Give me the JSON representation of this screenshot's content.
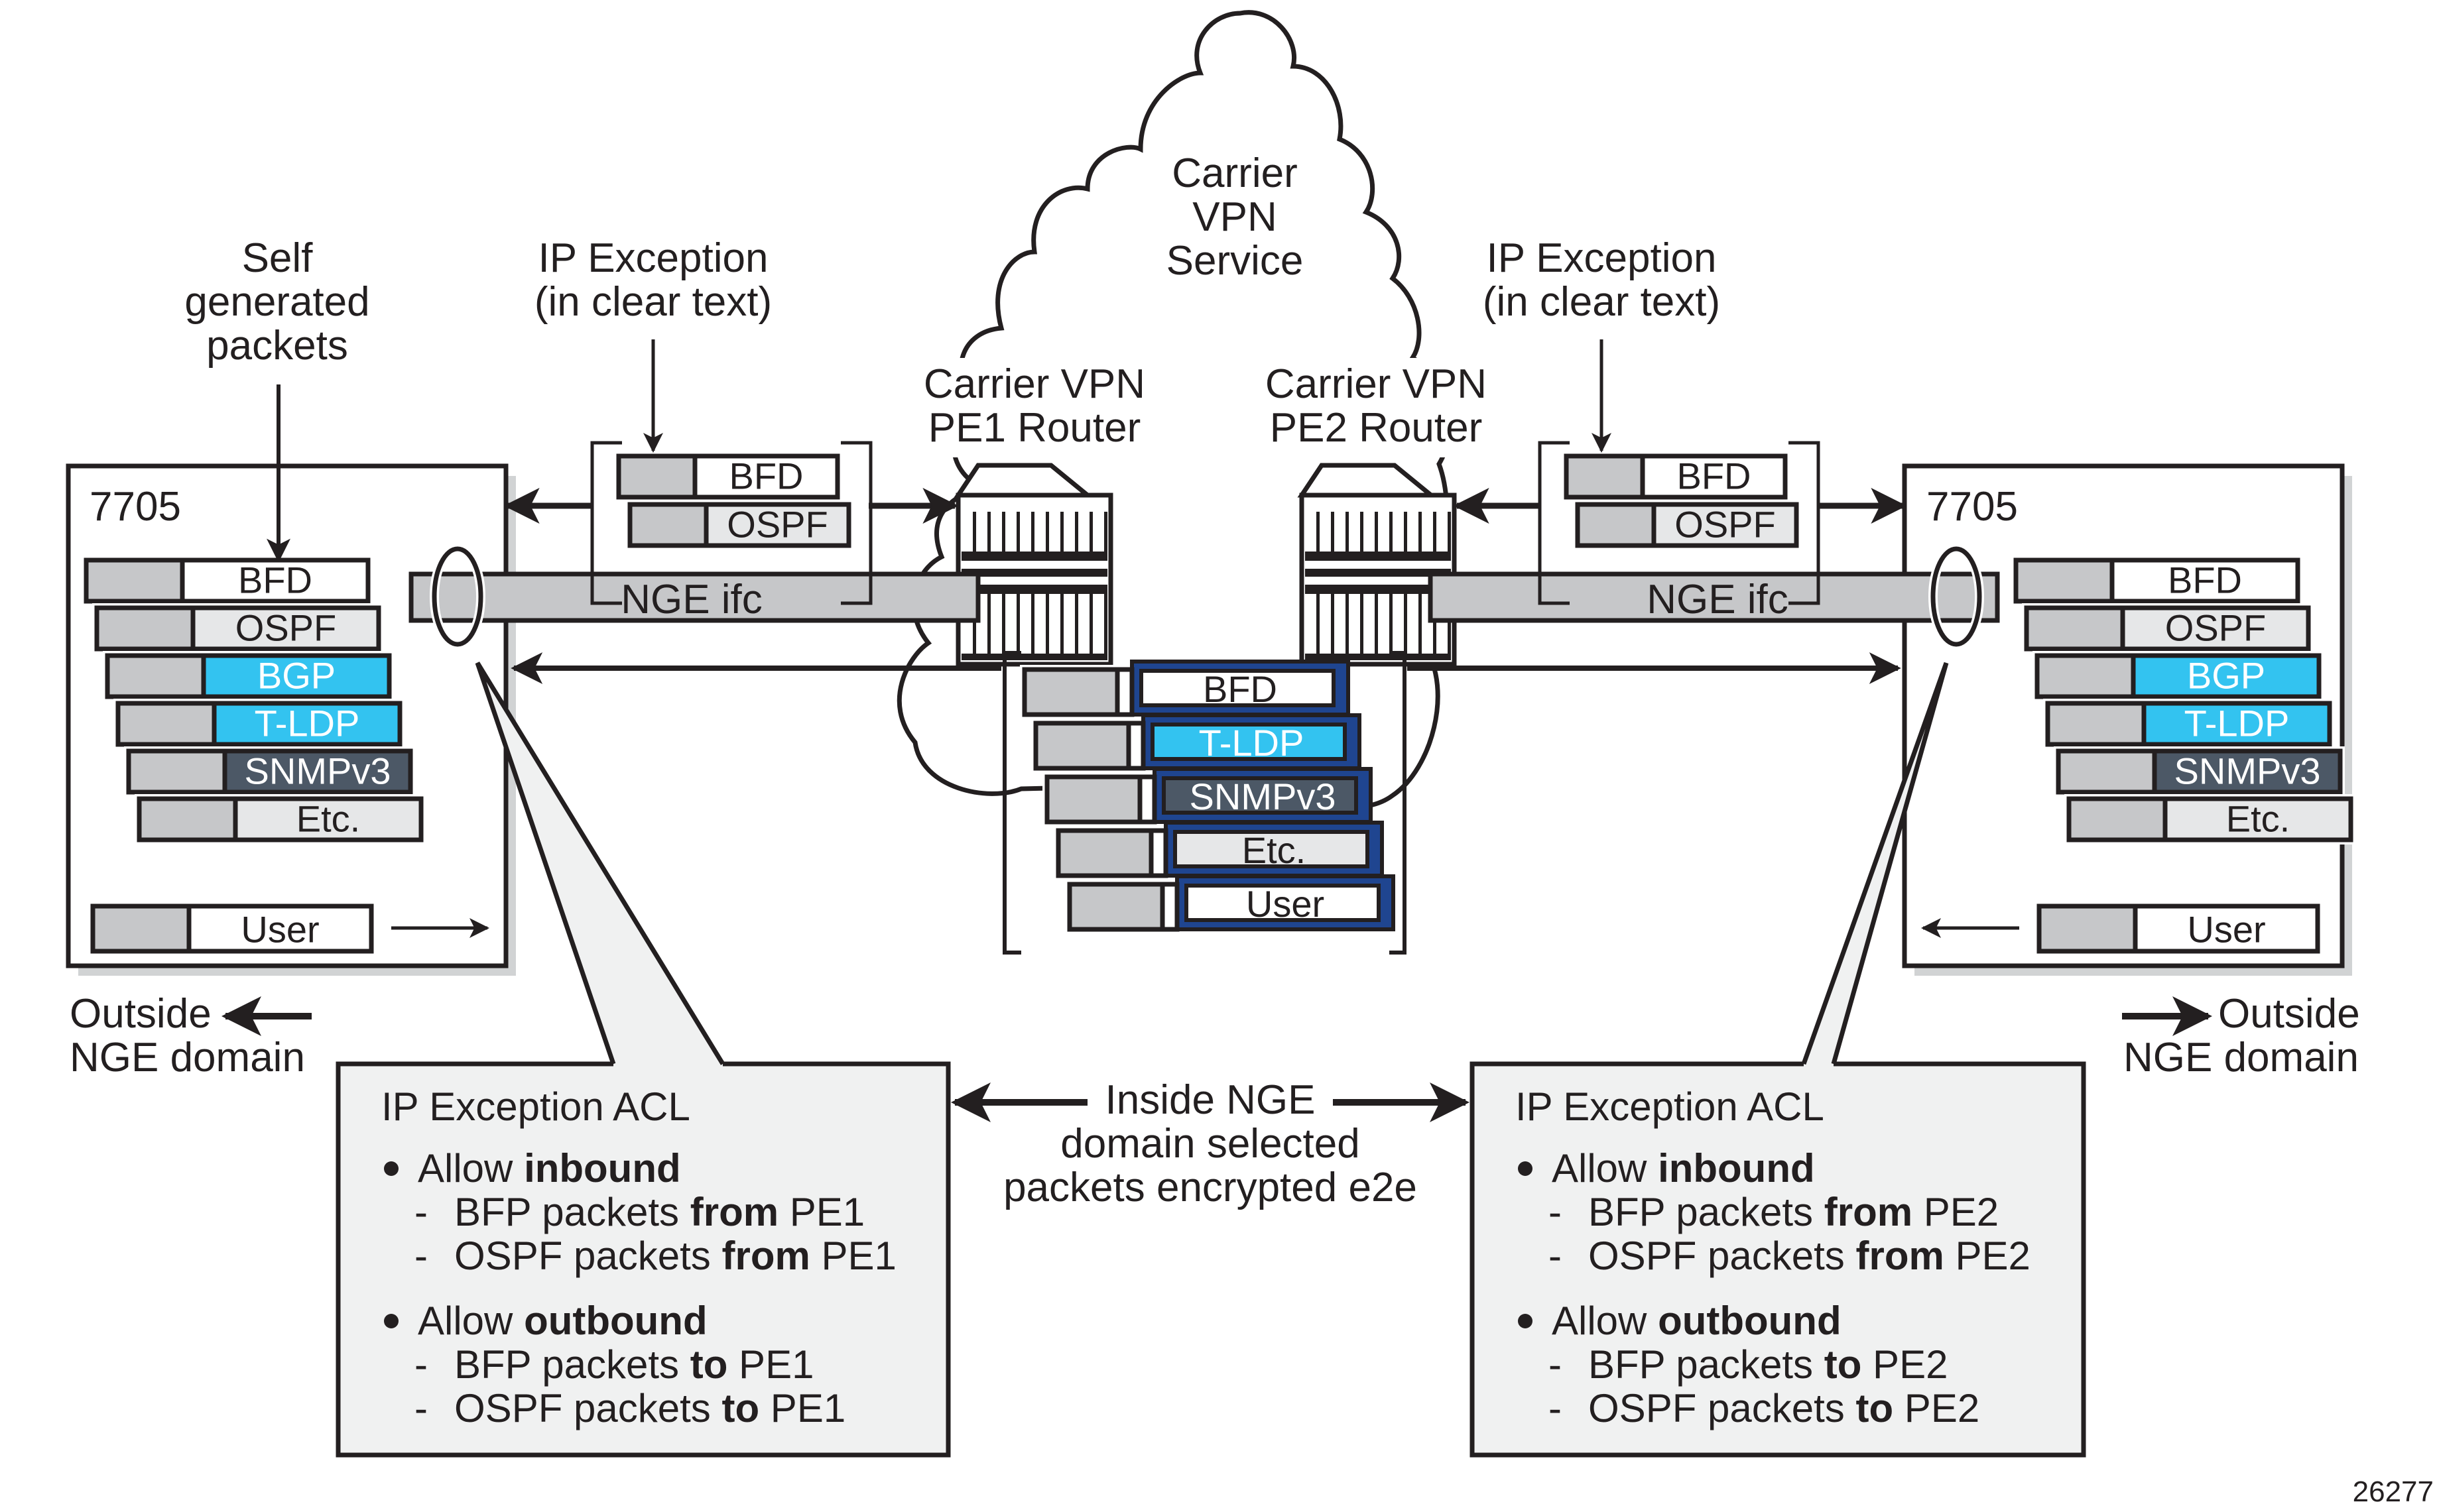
{
  "colors": {
    "ink": "#231f20",
    "header_gray": "#c6c7c9",
    "light_gray": "#e6e7e8",
    "accent_blue": "#33c3f0",
    "slate": "#4c5866",
    "navy": "#1f4590",
    "callout_fill": "#f0f1f1",
    "shadow": "#d1d3d4"
  },
  "cloud": {
    "lines": [
      "Carrier",
      "VPN",
      "Service"
    ]
  },
  "routers": {
    "pe1": [
      "Carrier VPN",
      "PE1 Router"
    ],
    "pe2": [
      "Carrier VPN",
      "PE2 Router"
    ]
  },
  "annotations": {
    "self_generated": [
      "Self",
      "generated",
      "packets"
    ],
    "ip_exception_left": [
      "IP Exception",
      "(in clear text)"
    ],
    "ip_exception_right": [
      "IP Exception",
      "(in clear text)"
    ],
    "outside_left": [
      "Outside",
      "NGE domain"
    ],
    "outside_right": [
      "Outside",
      "NGE domain"
    ],
    "inside": [
      "Inside NGE",
      "domain selected",
      "packets encrypted e2e"
    ],
    "figure_id": "26277"
  },
  "nodes": {
    "left": {
      "label": "7705",
      "packets": [
        {
          "name": "BFD",
          "style": "white"
        },
        {
          "name": "OSPF",
          "style": "light"
        },
        {
          "name": "BGP",
          "style": "blue"
        },
        {
          "name": "T-LDP",
          "style": "blue"
        },
        {
          "name": "SNMPv3",
          "style": "slate"
        },
        {
          "name": "Etc.",
          "style": "light"
        }
      ],
      "user_packet": "User"
    },
    "right": {
      "label": "7705",
      "packets": [
        {
          "name": "BFD",
          "style": "white"
        },
        {
          "name": "OSPF",
          "style": "light"
        },
        {
          "name": "BGP",
          "style": "blue"
        },
        {
          "name": "T-LDP",
          "style": "blue"
        },
        {
          "name": "SNMPv3",
          "style": "slate"
        },
        {
          "name": "Etc.",
          "style": "light"
        }
      ],
      "user_packet": "User"
    }
  },
  "interfaces": {
    "left": "NGE ifc",
    "right": "NGE ifc"
  },
  "exception_packets": {
    "left": [
      "BFD",
      "OSPF"
    ],
    "right": [
      "BFD",
      "OSPF"
    ]
  },
  "encrypted_packets": [
    {
      "name": "BFD",
      "style": "white"
    },
    {
      "name": "T-LDP",
      "style": "blue"
    },
    {
      "name": "SNMPv3",
      "style": "slate"
    },
    {
      "name": "Etc.",
      "style": "light"
    },
    {
      "name": "User",
      "style": "white"
    }
  ],
  "acl_left": {
    "title": "IP Exception ACL",
    "sections": [
      {
        "prefix": "Allow ",
        "bold": "inbound",
        "items": [
          {
            "pre": "BFP packets ",
            "bold": "from",
            "post": " PE1"
          },
          {
            "pre": "OSPF packets ",
            "bold": "from",
            "post": " PE1"
          }
        ]
      },
      {
        "prefix": "Allow ",
        "bold": "outbound",
        "items": [
          {
            "pre": "BFP packets ",
            "bold": "to",
            "post": " PE1"
          },
          {
            "pre": "OSPF packets ",
            "bold": "to",
            "post": " PE1"
          }
        ]
      }
    ]
  },
  "acl_right": {
    "title": "IP Exception ACL",
    "sections": [
      {
        "prefix": "Allow ",
        "bold": "inbound",
        "items": [
          {
            "pre": "BFP packets ",
            "bold": "from",
            "post": " PE2"
          },
          {
            "pre": "OSPF packets ",
            "bold": "from",
            "post": " PE2"
          }
        ]
      },
      {
        "prefix": "Allow ",
        "bold": "outbound",
        "items": [
          {
            "pre": "BFP packets ",
            "bold": "to",
            "post": " PE2"
          },
          {
            "pre": "OSPF packets ",
            "bold": "to",
            "post": " PE2"
          }
        ]
      }
    ]
  }
}
